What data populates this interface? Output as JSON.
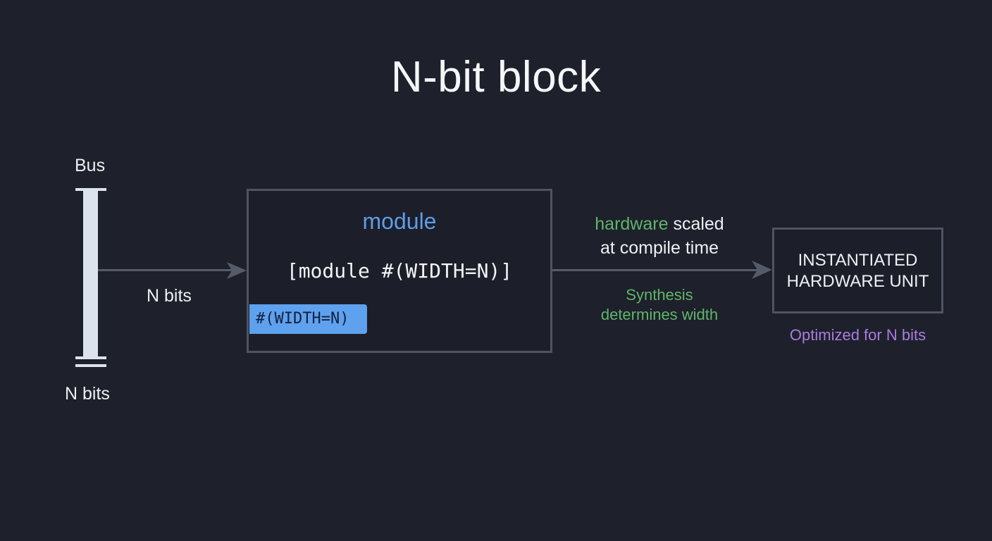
{
  "title": "N-bit block",
  "bus": {
    "label": "Bus",
    "bottom_label": "N bits",
    "connector_label": "N bits"
  },
  "module_box": {
    "keyword": "module",
    "code": "[module #(WIDTH=N)]",
    "param_tag": "#(WIDTH=N)"
  },
  "arrow_annotation": {
    "top_line1_highlight": "hardware",
    "top_line1_rest": " scaled",
    "top_line2": "at compile time",
    "bottom_line1": "Synthesis",
    "bottom_line2": "determines width"
  },
  "output_box": {
    "line1": "INSTANTIATED",
    "line2": "HARDWARE UNIT",
    "caption": "Optimized for N bits"
  },
  "colors": {
    "background": "#1e202b",
    "accent_blue": "#5e9de6",
    "tag_blue": "#5ea1ef",
    "green": "#5fb56b",
    "purple": "#a77ee0",
    "border": "#4e5461"
  }
}
